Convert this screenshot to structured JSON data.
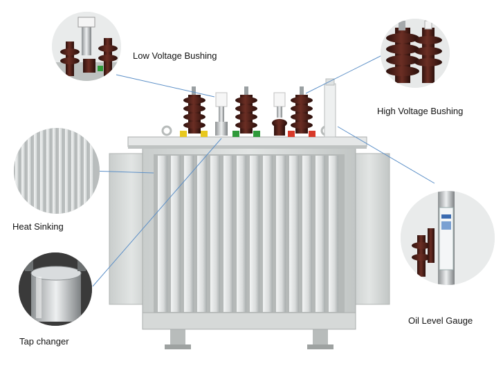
{
  "labels": {
    "low_voltage_bushing": "Low Voltage Bushing",
    "high_voltage_bushing": "High Voltage Bushing",
    "heat_sinking": "Heat Sinking",
    "tap_changer": "Tap changer",
    "oil_level_gauge": "Oil Level Gauge"
  },
  "colors": {
    "tank": "#d9dcdb",
    "tank_shade": "#c4c8c7",
    "fin": "#e6e8e8",
    "fin_shadow": "#a9aeae",
    "porcelain": "#4a1f19",
    "callout_line": "#5b8fc7",
    "terminal_yellow": "#e8c81e",
    "terminal_green": "#2f9a3a",
    "terminal_red": "#d83a2a"
  },
  "icons": [
    "low-voltage-bushing-closeup",
    "high-voltage-bushing-closeup",
    "heat-sink-fins-closeup",
    "tap-changer-closeup",
    "oil-level-gauge-closeup"
  ]
}
